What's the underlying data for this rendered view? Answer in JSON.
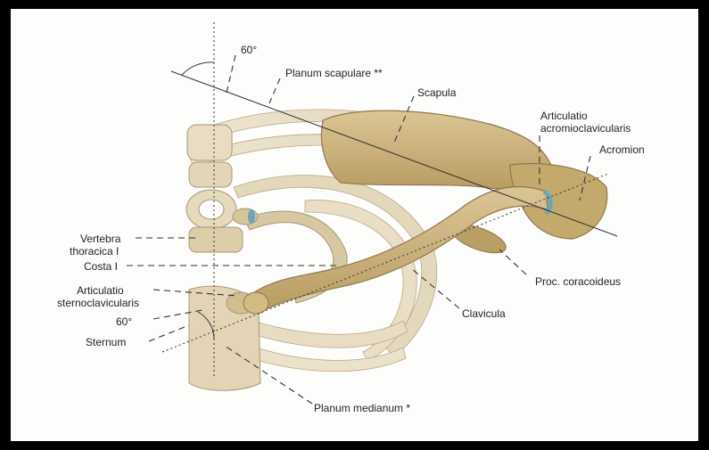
{
  "labels": {
    "angle_top": "60°",
    "planum_scapulare": "Planum scapulare **",
    "scapula": "Scapula",
    "articulatio_acromio_1": "Articulatio",
    "articulatio_acromio_2": "acromioclavicularis",
    "acromion": "Acromion",
    "vertebra_1": "Vertebra",
    "vertebra_2": "thoracica I",
    "costa": "Costa I",
    "articulatio_sterno_1": "Articulatio",
    "articulatio_sterno_2": "sternoclavicularis",
    "angle_bottom": "60°",
    "sternum": "Sternum",
    "proc_coracoideus": "Proc. coracoideus",
    "clavicula": "Clavicula",
    "planum_medianum": "Planum medianum *"
  },
  "colors": {
    "bone": "#c8b07a",
    "bone_light": "#e6dcc4",
    "joint": "#6aa6b8",
    "background": "#fdfdfb",
    "border": "#000000"
  }
}
